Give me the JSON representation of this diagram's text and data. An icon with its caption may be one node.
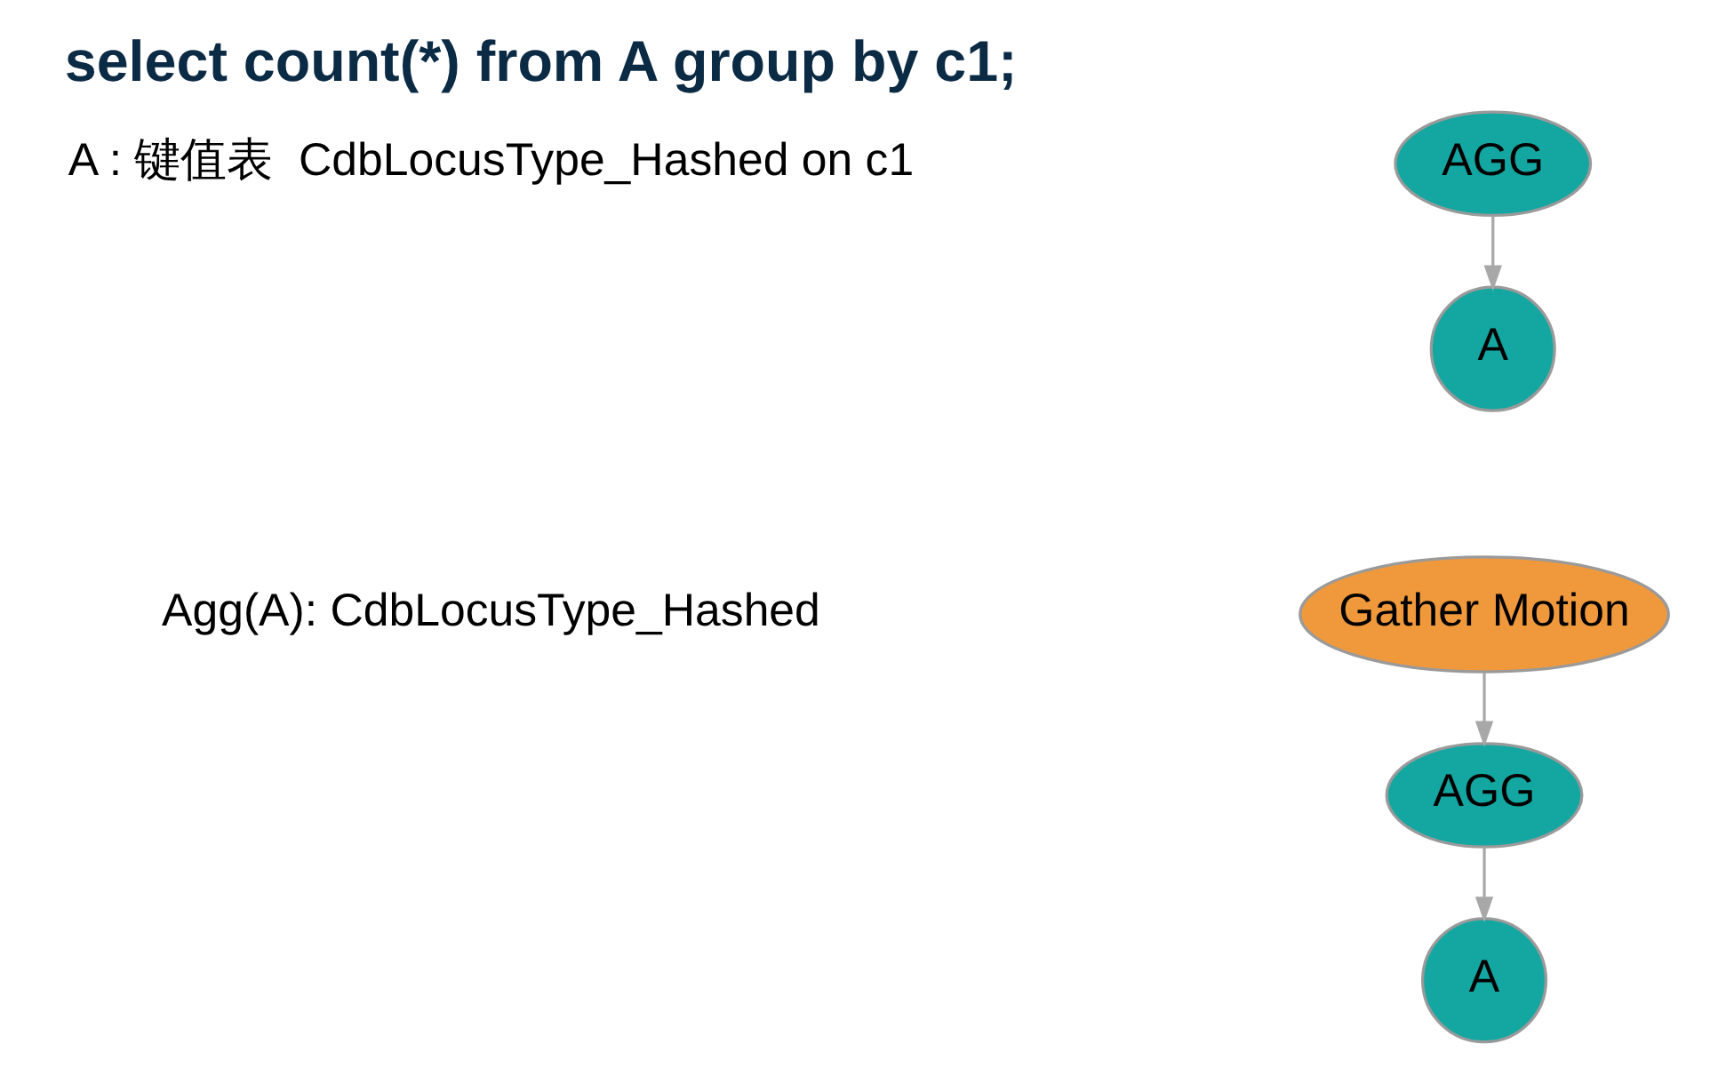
{
  "diagram": {
    "title": "select count(*) from A group by c1;",
    "nodes": [
      {
        "text": [
          "AGG"
        ]
      },
      {
        "text": [
          "A"
        ]
      },
      {
        "text": [
          "Gather Motion"
        ]
      },
      {
        "text": [
          "AGG"
        ]
      },
      {
        "text": [
          "A"
        ]
      }
    ],
    "edges": [
      {
        "from": 0,
        "to": 1,
        "arrow": "to"
      },
      {
        "from": 2,
        "to": 3,
        "arrow": "to"
      },
      {
        "from": 3,
        "to": 4,
        "arrow": "to"
      }
    ],
    "labels": [
      "A : 键值表  CdbLocusType_Hashed on c1",
      "Agg(A): CdbLocusType_Hashed"
    ]
  }
}
